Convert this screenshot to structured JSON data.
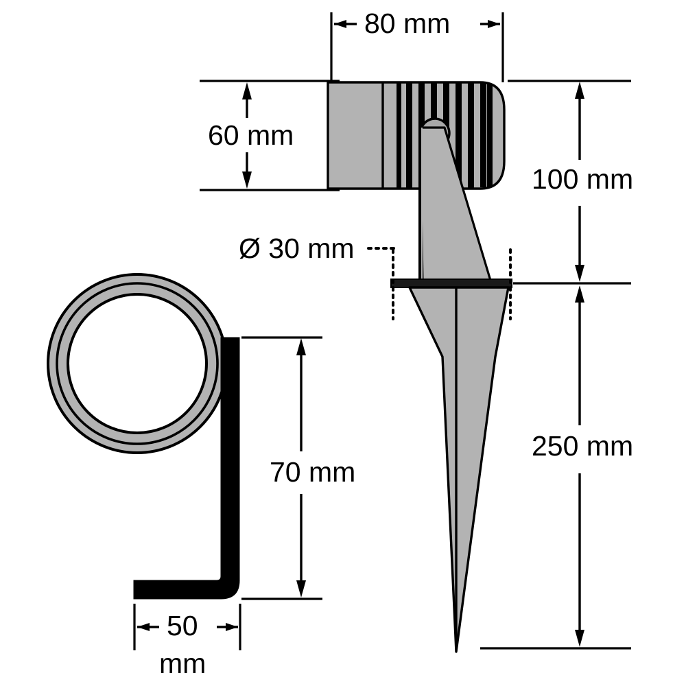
{
  "drawing": {
    "title": "Garden spike spotlight dimensional drawing",
    "units": "mm",
    "colors": {
      "outline": "#000000",
      "body_fill": "#b3b3b3",
      "fin_fill": "#000000",
      "bracket_fill": "#000000",
      "background": "#ffffff"
    }
  },
  "dimensions": {
    "width_top": "80 mm",
    "head_height": "60 mm",
    "head_to_plate": "100 mm",
    "spike_length": "250 mm",
    "plate_diameter": "Ø 30 mm",
    "bracket_height": "70 mm",
    "bracket_width_value": "50",
    "bracket_width_unit": "mm"
  },
  "views": {
    "front_view": {
      "name": "ring-front-view",
      "description": "Concentric ring cross-section of lamp housing"
    },
    "side_view": {
      "name": "spike-side-view",
      "description": "Side elevation of spotlight with ground spike"
    },
    "bracket_view": {
      "name": "mounting-bracket-view",
      "description": "L shaped mounting bracket profile"
    }
  },
  "parts": {
    "lamp_head": "lamp-head",
    "cooling_fins": "cooling-fins",
    "pivot_knob": "pivot-knob",
    "support_arm": "support-arm",
    "ground_plate": "ground-plate",
    "ground_spike": "ground-spike",
    "ring_outer": "ring-outer",
    "ring_inner": "ring-inner",
    "bracket": "mounting-bracket"
  }
}
